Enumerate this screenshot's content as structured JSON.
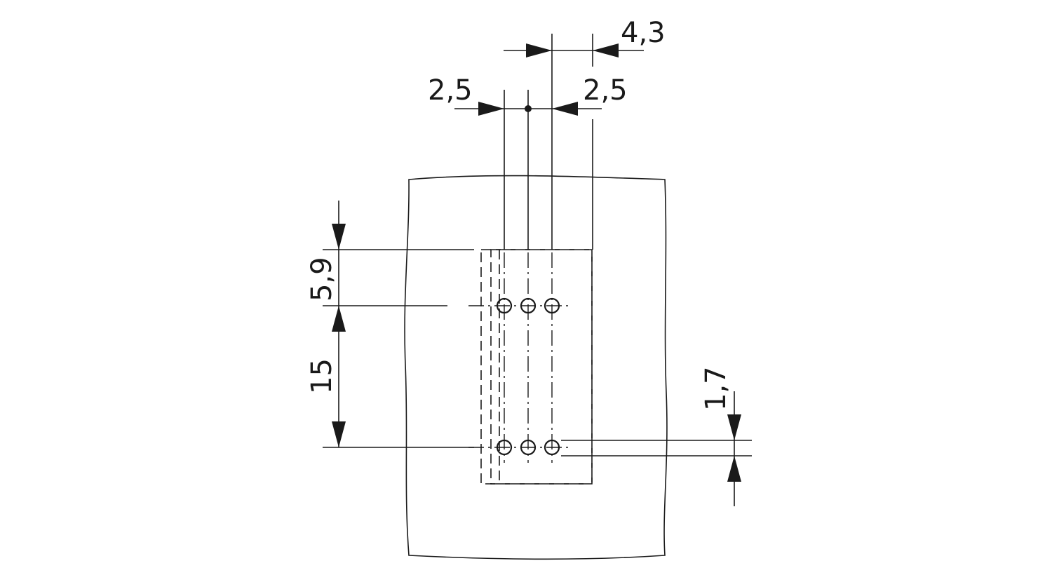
{
  "colors": {
    "line": "#1a1a1a",
    "background": "#ffffff"
  },
  "dimensions": {
    "pitch_left": "2,5",
    "pitch_right": "2,5",
    "offset_top": "4,3",
    "row_offset": "5,9",
    "row_spacing": "15",
    "hole_size": "1,7"
  }
}
